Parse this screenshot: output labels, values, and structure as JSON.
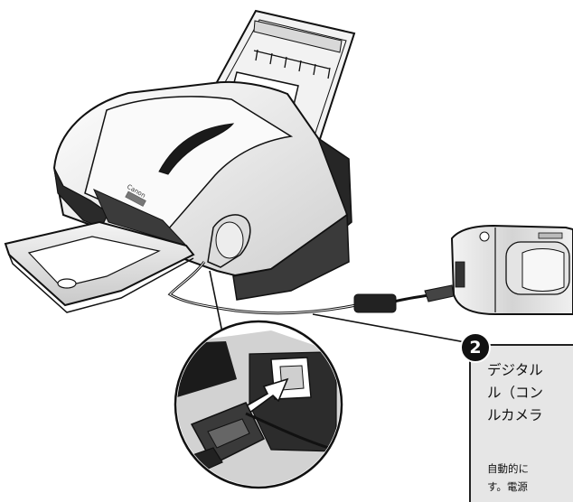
{
  "step": {
    "number": "2",
    "instruction_lines": [
      "デジタル",
      "ル（コン",
      "ルカメラ"
    ],
    "note_lines": [
      "自動的に",
      "す。電源"
    ]
  },
  "printer_brand": "Canon",
  "colors": {
    "line": "#111111",
    "printer_body": "#f1f1f1",
    "printer_shadow": "#b8b8b8",
    "dark": "#262626",
    "panel_bg": "#e6e6e6"
  }
}
